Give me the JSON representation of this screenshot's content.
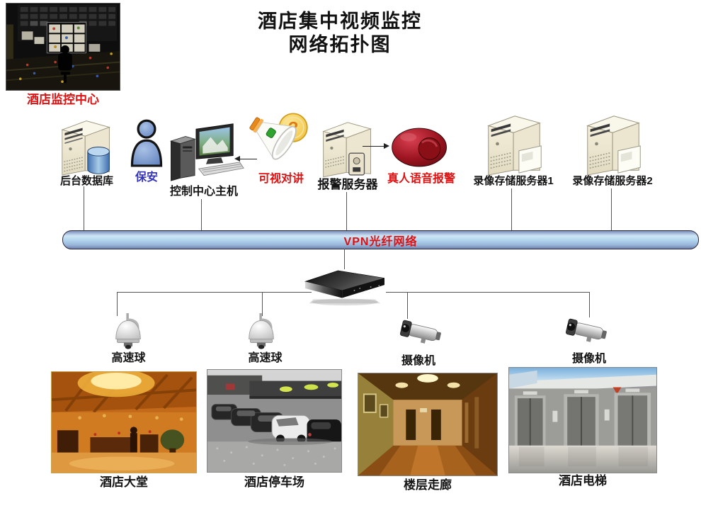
{
  "title": {
    "line1": "酒店集中视频监控",
    "line2": "网络拓扑图"
  },
  "monitoring_center": {
    "label": "酒店监控中心",
    "photo": "control-room-with-video-wall"
  },
  "devices": [
    {
      "id": "database-server",
      "icon": "server-tower-with-database-cylinder",
      "label": "后台数据库",
      "label_color": "#141414"
    },
    {
      "id": "security-guard",
      "icon": "person-silhouette",
      "label": "保安",
      "label_color": "#3333bb"
    },
    {
      "id": "control-host",
      "icon": "desktop-computer-with-monitor",
      "label": "控制中心主机",
      "label_color": "#141414"
    },
    {
      "id": "video-intercom",
      "icon": "megaphone-with-question-coin",
      "label": "可视对讲",
      "label_color": "#dd1111",
      "badge": "?"
    },
    {
      "id": "alarm-server",
      "icon": "server-tower-with-keypad",
      "label": "报警服务器",
      "label_color": "#141414"
    },
    {
      "id": "voice-alarm",
      "icon": "red-siren",
      "label": "真人语音报警",
      "label_color": "#dd1111"
    },
    {
      "id": "storage-server-1",
      "icon": "server-tower-with-panel",
      "label": "录像存储服务器1",
      "label_color": "#141414"
    },
    {
      "id": "storage-server-2",
      "icon": "server-tower-with-panel",
      "label": "录像存储服务器2",
      "label_color": "#141414"
    }
  ],
  "network": {
    "label": "VPN光纤网络",
    "label_color": "#e01010",
    "bar_color": "#aed2ec",
    "switch_icon": "network-switch-black-box"
  },
  "cameras": [
    {
      "id": "dome-camera-1",
      "icon": "speed-dome-camera",
      "label": "高速球"
    },
    {
      "id": "dome-camera-2",
      "icon": "speed-dome-camera",
      "label": "高速球"
    },
    {
      "id": "bullet-camera-1",
      "icon": "bullet-camera",
      "label": "摄像机"
    },
    {
      "id": "bullet-camera-2",
      "icon": "bullet-camera",
      "label": "摄像机"
    }
  ],
  "locations": [
    {
      "id": "hotel-lobby",
      "label": "酒店大堂",
      "photo": "warm-orange-hotel-lobby"
    },
    {
      "id": "hotel-parking",
      "label": "酒店停车场",
      "photo": "grayscale-parking-lot-with-cars"
    },
    {
      "id": "floor-corridor",
      "label": "楼层走廊",
      "photo": "brown-hotel-corridor"
    },
    {
      "id": "hotel-elevator",
      "label": "酒店电梯",
      "photo": "gray-elevator-hall"
    }
  ],
  "colors": {
    "accent_red": "#dd1111",
    "guard_label_blue": "#3333bb",
    "network_bar_blue": "#aed2ec"
  }
}
